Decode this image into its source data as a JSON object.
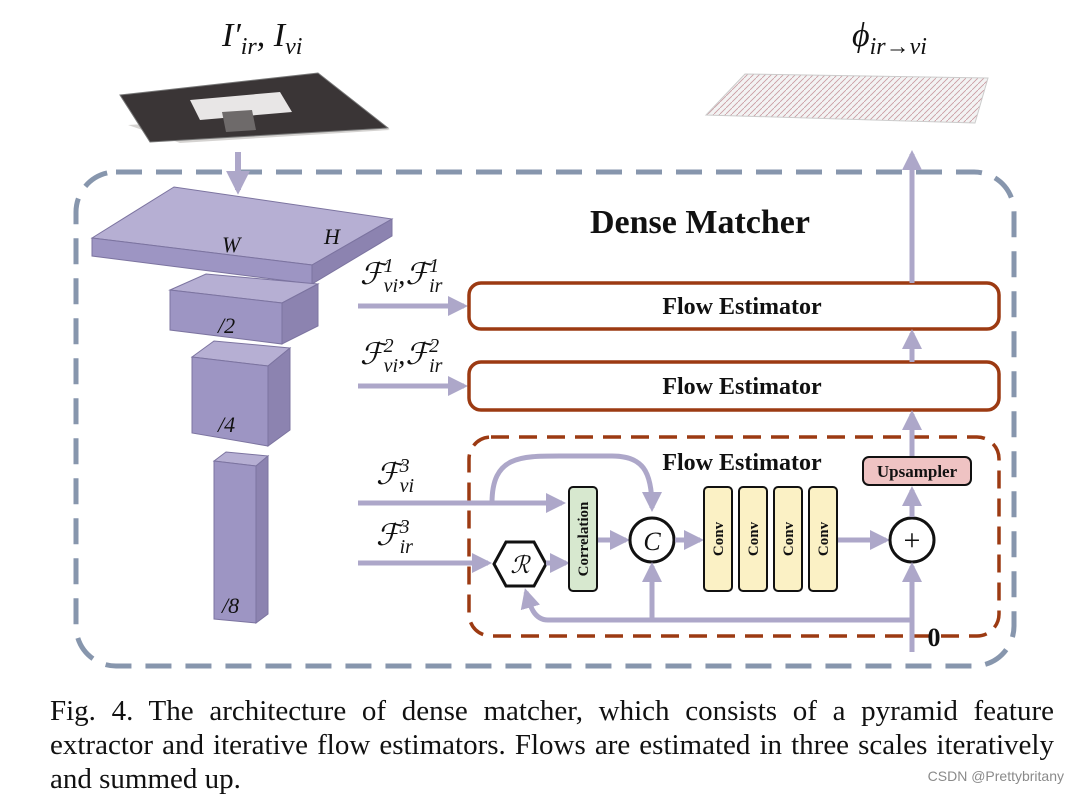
{
  "input_label": "I′ir, Ivi",
  "input_label_parts": {
    "base1": "I",
    "prime": "′",
    "sub1": "ir",
    "sep": ", ",
    "base2": "I",
    "sub2": "vi"
  },
  "output_label": "ϕir→vi",
  "output_label_parts": {
    "base": "ϕ",
    "sub": "ir→vi"
  },
  "title": "Dense Matcher",
  "pyramid": {
    "width_label": "W",
    "height_label": "H",
    "scale_labels": [
      "/2",
      "/4",
      "/8"
    ]
  },
  "features": [
    {
      "vi": "ℱ",
      "vi_sup": "1",
      "vi_sub": "vi",
      "sep": ",",
      "ir": "ℱ",
      "ir_sup": "1",
      "ir_sub": "ir"
    },
    {
      "vi": "ℱ",
      "vi_sup": "2",
      "vi_sub": "vi",
      "sep": ",",
      "ir": "ℱ",
      "ir_sup": "2",
      "ir_sub": "ir"
    }
  ],
  "feature3_vi": {
    "base": "ℱ",
    "sup": "3",
    "sub": "vi"
  },
  "feature3_ir": {
    "base": "ℱ",
    "sup": "3",
    "sub": "ir"
  },
  "flow_estimators": [
    "Flow Estimator",
    "Flow Estimator",
    "Flow Estimator"
  ],
  "modules": {
    "warp": "ℛ",
    "correlation": "Correlation",
    "concat": "C",
    "conv": [
      "Conv",
      "Conv",
      "Conv",
      "Conv"
    ],
    "upsampler": "Upsampler",
    "sum": "+",
    "zero": "0"
  },
  "caption": "Fig. 4.  The architecture of dense matcher, which consists of a pyramid feature extractor and iterative flow estimators. Flows are estimated in three scales iteratively and summed up.",
  "watermark": "CSDN @Prettybritany",
  "colors": {
    "dashed_outer": "#8796ad",
    "flow_box": "#9c3a12",
    "arrow": "#ada7c9",
    "pyramid_top": "#b6afd3",
    "pyramid_side": "#8c83b0",
    "correlation_fill": "#d7e8cf",
    "conv_fill": "#fbf1c5",
    "upsampler_fill": "#efc3c3"
  }
}
